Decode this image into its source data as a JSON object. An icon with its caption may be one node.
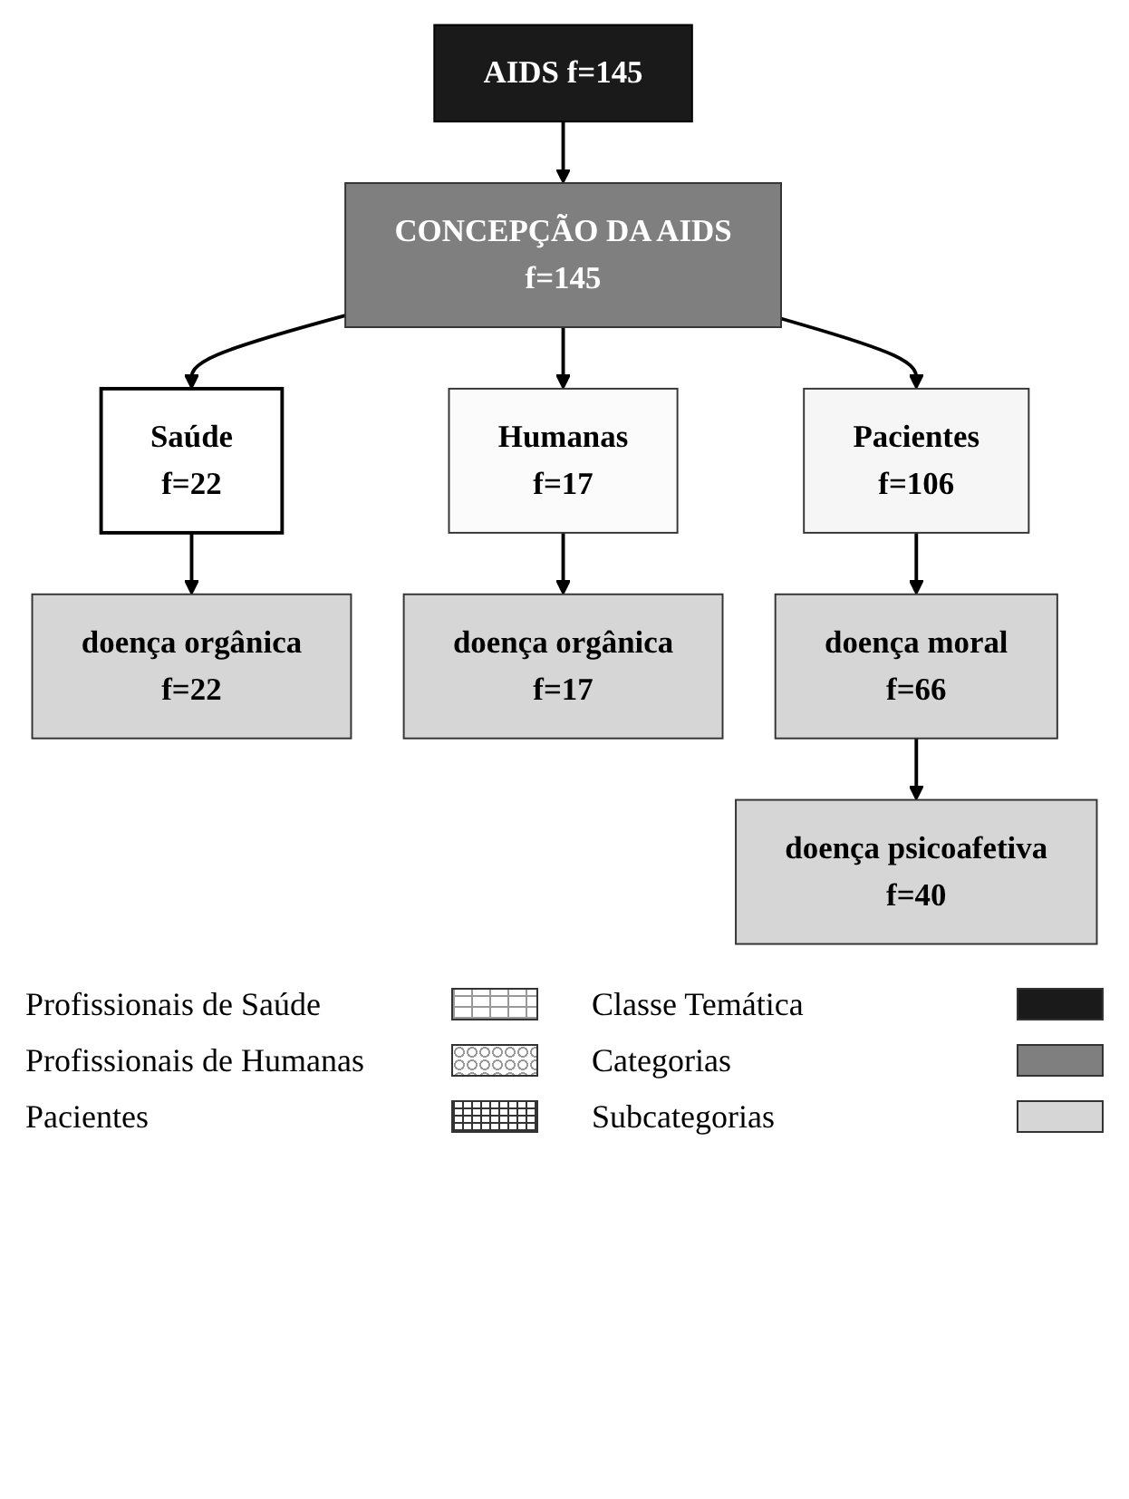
{
  "diagram": {
    "nodes": [
      {
        "text": [
          "AIDS f=145"
        ]
      },
      {
        "text": [
          "CONCEPÇÃO DA AIDS",
          "f=145"
        ]
      },
      {
        "text": [
          "Saúde",
          "f=22"
        ]
      },
      {
        "text": [
          "Humanas",
          "f=17"
        ]
      },
      {
        "text": [
          "Pacientes",
          "f=106"
        ]
      },
      {
        "text": [
          "doença orgânica",
          "f=22"
        ]
      },
      {
        "text": [
          "doença orgânica",
          "f=17"
        ]
      },
      {
        "text": [
          "doença moral",
          "f=66"
        ]
      },
      {
        "text": [
          "doença psicoafetiva",
          "f=40"
        ]
      }
    ],
    "edges": [
      {
        "from": 0,
        "to": 1,
        "arrow": "to"
      },
      {
        "from": 1,
        "to": 2,
        "arrow": "to"
      },
      {
        "from": 1,
        "to": 3,
        "arrow": "to"
      },
      {
        "from": 1,
        "to": 4,
        "arrow": "to"
      },
      {
        "from": 2,
        "to": 5,
        "arrow": "to"
      },
      {
        "from": 3,
        "to": 6,
        "arrow": "to"
      },
      {
        "from": 4,
        "to": 7,
        "arrow": "to"
      },
      {
        "from": 7,
        "to": 8,
        "arrow": "to"
      }
    ],
    "legend": [
      {
        "text": "Profissionais de Saúde"
      },
      {
        "text": "Profissionais de Humanas"
      },
      {
        "text": "Pacientes"
      },
      {
        "text": "Classe Temática",
        "color": "#1a1a1a"
      },
      {
        "text": "Categorias",
        "color": "#7f7f7f"
      },
      {
        "text": "Subcategorias",
        "color": "#d6d6d6"
      }
    ]
  }
}
